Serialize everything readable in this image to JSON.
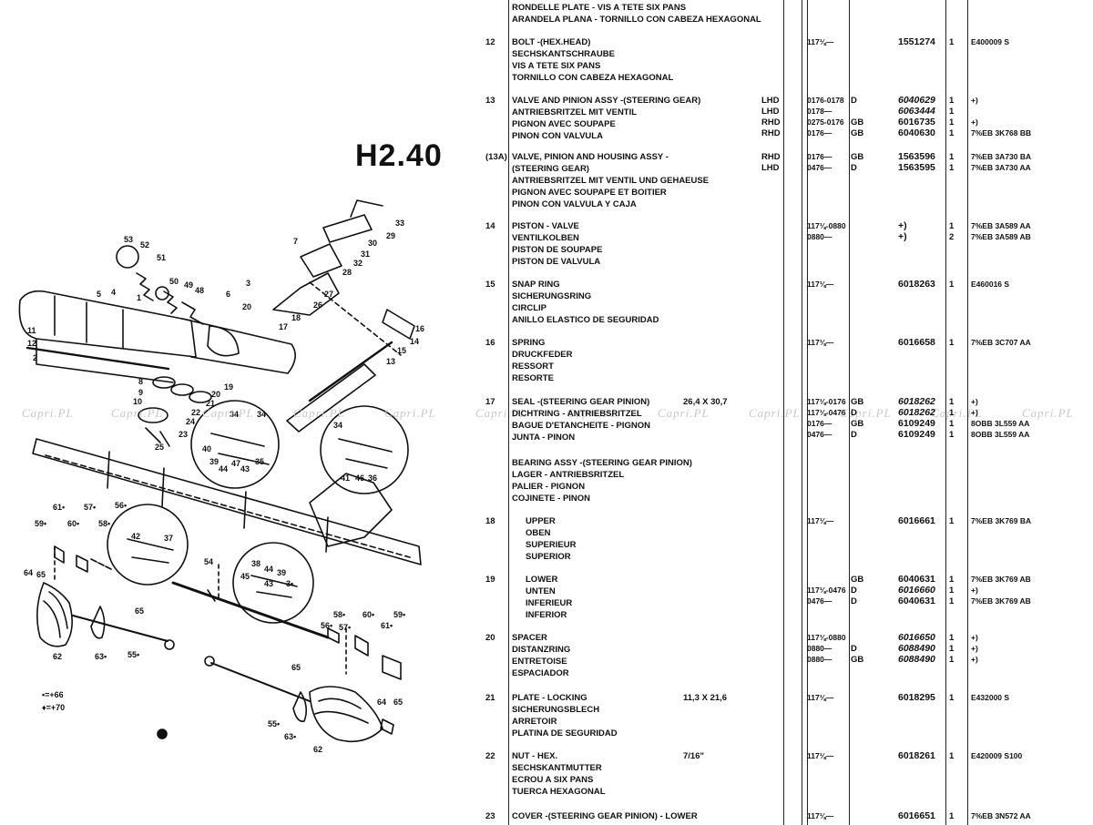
{
  "page": {
    "code": "H2.40",
    "watermark": "Capri.PL"
  },
  "diagram_callouts": [
    "53",
    "52",
    "51",
    "50",
    "49",
    "48",
    "5",
    "4",
    "1",
    "11",
    "12",
    "2",
    "8",
    "9",
    "10",
    "33",
    "29",
    "30",
    "31",
    "32",
    "28",
    "27",
    "26",
    "7",
    "3",
    "6",
    "20",
    "17",
    "18",
    "16",
    "14",
    "15",
    "13",
    "19",
    "21",
    "22",
    "24",
    "23",
    "25",
    "34",
    "34",
    "40",
    "39",
    "44",
    "47",
    "43",
    "35",
    "34",
    "41",
    "46",
    "36",
    "61•",
    "57•",
    "56•",
    "59•",
    "60•",
    "58•",
    "42",
    "37",
    "54",
    "38",
    "44",
    "39",
    "45",
    "43",
    "3•",
    "64",
    "65",
    "62",
    "63•",
    "55•",
    "65",
    "58•",
    "60•",
    "59•",
    "56•",
    "57•",
    "61•",
    "65",
    "64",
    "65",
    "55•",
    "63•",
    "62",
    "•=+66",
    "♦=+70"
  ],
  "parts": [
    {
      "ref": "",
      "lines": [
        "RONDELLE PLATE - VIS A TETE SIX PANS",
        "ARANDELA PLANA - TORNILLO CON CABEZA HEXAGONAL"
      ],
      "rows": []
    },
    {
      "ref": "12",
      "lines": [
        "BOLT -(HEX.HEAD)",
        "SECHSKANTSCHRAUBE",
        "VIS A TETE SIX PANS",
        "TORNILLO CON CABEZA HEXAGONAL"
      ],
      "rows": [
        {
          "date": "117⅛—",
          "pn": "1551274",
          "qty": "1",
          "fin": "E400009 S"
        }
      ]
    },
    {
      "ref": "13",
      "lines": [
        "VALVE AND PINION ASSY -(STEERING GEAR)",
        "ANTRIEBSRITZEL MIT VENTIL",
        "PIGNON AVEC SOUPAPE",
        "PINON CON VALVULA"
      ],
      "rows": [
        {
          "note": "LHD",
          "date": "0176-0178",
          "mkt": "D",
          "pn": "6040629",
          "qty": "1",
          "fin": "+)"
        },
        {
          "note": "LHD",
          "date": "0178—",
          "mkt": "",
          "pn": "6063444",
          "qty": "1",
          "fin": ""
        },
        {
          "note": "RHD",
          "date": "0275-0176",
          "mkt": "GB",
          "pn": "6016735",
          "qty": "1",
          "fin": "+)"
        },
        {
          "note": "RHD",
          "date": "0176—",
          "mkt": "GB",
          "pn": "6040630",
          "qty": "1",
          "fin": "7%EB 3K768 BB"
        }
      ]
    },
    {
      "ref": "(13A)",
      "lines": [
        "VALVE, PINION AND HOUSING ASSY -",
        "(STEERING GEAR)",
        "ANTRIEBSRITZEL MIT VENTIL UND GEHAEUSE",
        "PIGNON AVEC SOUPAPE ET BOITIER",
        "PINON CON VALVULA Y CAJA"
      ],
      "rows": [
        {
          "note": "RHD",
          "date": "0176—",
          "mkt": "GB",
          "pn": "1563596",
          "qty": "1",
          "fin": "7%EB 3A730 BA"
        },
        {
          "note": "LHD",
          "date": "0476—",
          "mkt": "D",
          "pn": "1563595",
          "qty": "1",
          "fin": "7%EB 3A730 AA"
        }
      ]
    },
    {
      "ref": "14",
      "lines": [
        "PISTON - VALVE",
        "VENTILKOLBEN",
        "PISTON DE SOUPAPE",
        "PISTON DE VALVULA"
      ],
      "rows": [
        {
          "date": "117⅛-0880",
          "pn": "+)",
          "qty": "1",
          "fin": "7%EB 3A589 AA"
        },
        {
          "date": "0880—",
          "pn": "+)",
          "qty": "2",
          "fin": "7%EB 3A589 AB"
        }
      ]
    },
    {
      "ref": "15",
      "lines": [
        "SNAP RING",
        "SICHERUNGSRING",
        "CIRCLIP",
        "ANILLO ELASTICO DE SEGURIDAD"
      ],
      "rows": [
        {
          "date": "117⅛—",
          "pn": "6018263",
          "qty": "1",
          "fin": "E460016 S"
        }
      ]
    },
    {
      "ref": "16",
      "lines": [
        "SPRING",
        "DRUCKFEDER",
        "RESSORT",
        "RESORTE"
      ],
      "rows": [
        {
          "date": "117⅛—",
          "pn": "6016658",
          "qty": "1",
          "fin": "7%EB 3C707 AA"
        }
      ]
    },
    {
      "ref": "17",
      "lines": [
        "SEAL -(STEERING GEAR PINION)",
        "DICHTRING - ANTRIEBSRITZEL",
        "BAGUE D'ETANCHEITE - PIGNON",
        "JUNTA - PINON"
      ],
      "dim": "26,4 X 30,7",
      "rows": [
        {
          "date": "117⅛-0176",
          "mkt": "GB",
          "pn": "6018262",
          "qty": "1",
          "fin": "+)"
        },
        {
          "date": "117⅛-0476",
          "mkt": "D",
          "pn": "6018262",
          "qty": "1",
          "fin": "+)"
        },
        {
          "date": "0176—",
          "mkt": "GB",
          "pn": "6109249",
          "qty": "1",
          "fin": "8OBB 3L559 AA"
        },
        {
          "date": "0476—",
          "mkt": "D",
          "pn": "6109249",
          "qty": "1",
          "fin": "8OBB 3L559 AA"
        }
      ]
    },
    {
      "ref": "",
      "lines": [
        "BEARING ASSY -(STEERING GEAR PINION)",
        "LAGER - ANTRIEBSRITZEL",
        "PALIER - PIGNON",
        "COJINETE - PINON"
      ],
      "rows": []
    },
    {
      "ref": "18",
      "lines": [
        "UPPER",
        "OBEN",
        "SUPERIEUR",
        "SUPERIOR"
      ],
      "indent": true,
      "rows": [
        {
          "date": "117⅛—",
          "pn": "6016661",
          "qty": "1",
          "fin": "7%EB 3K769 BA"
        }
      ]
    },
    {
      "ref": "19",
      "lines": [
        "LOWER",
        "UNTEN",
        "INFERIEUR",
        "INFERIOR"
      ],
      "indent": true,
      "rows": [
        {
          "date": "",
          "mkt": "GB",
          "pn": "6040631",
          "qty": "1",
          "fin": "7%EB 3K769 AB"
        },
        {
          "date": "117⅛-0476",
          "mkt": "D",
          "pn": "6016660",
          "qty": "1",
          "fin": "+)"
        },
        {
          "date": "0476—",
          "mkt": "D",
          "pn": "6040631",
          "qty": "1",
          "fin": "7%EB 3K769 AB"
        }
      ]
    },
    {
      "ref": "20",
      "lines": [
        "SPACER",
        "DISTANZRING",
        "ENTRETOISE",
        "ESPACIADOR"
      ],
      "rows": [
        {
          "date": "117⅛-0880",
          "pn": "6016650",
          "qty": "1",
          "fin": "+)"
        },
        {
          "date": "0880—",
          "mkt": "D",
          "pn": "6088490",
          "qty": "1",
          "fin": "+)"
        },
        {
          "date": "0880—",
          "mkt": "GB",
          "pn": "6088490",
          "qty": "1",
          "fin": "+)"
        }
      ]
    },
    {
      "ref": "21",
      "lines": [
        "PLATE - LOCKING",
        "SICHERUNGSBLECH",
        "ARRETOIR",
        "PLATINA DE SEGURIDAD"
      ],
      "dim": "11,3 X 21,6",
      "rows": [
        {
          "date": "117⅛—",
          "pn": "6018295",
          "qty": "1",
          "fin": "E432000 S"
        }
      ]
    },
    {
      "ref": "22",
      "lines": [
        "NUT - HEX.",
        "SECHSKANTMUTTER",
        "ECROU A SIX PANS",
        "TUERCA HEXAGONAL"
      ],
      "dim": "7/16\"",
      "rows": [
        {
          "date": "117⅛—",
          "pn": "6018261",
          "qty": "1",
          "fin": "E420009 S100"
        }
      ]
    },
    {
      "ref": "23",
      "lines": [
        "COVER -(STEERING GEAR PINION) - LOWER"
      ],
      "rows": [
        {
          "date": "117⅛—",
          "pn": "6016651",
          "qty": "1",
          "fin": "7%EB 3N572 AA"
        }
      ]
    }
  ]
}
